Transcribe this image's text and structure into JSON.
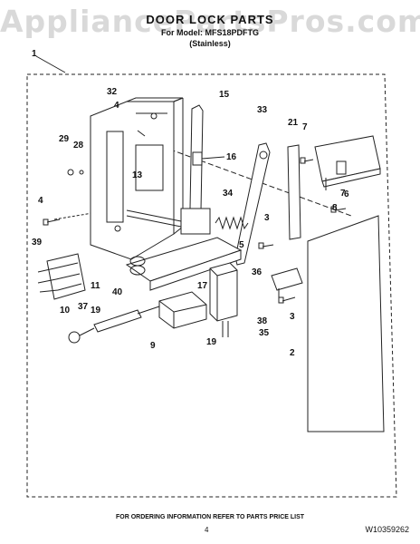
{
  "watermark": "AppliancePartsPros.com",
  "header": {
    "title": "DOOR LOCK PARTS",
    "model_line": "For Model: MFS18PDFTG",
    "variant": "(Stainless)"
  },
  "callouts": [
    "1",
    "2",
    "3",
    "3",
    "4",
    "4",
    "5",
    "6",
    "7",
    "7",
    "8",
    "9",
    "10",
    "11",
    "13",
    "15",
    "16",
    "17",
    "19",
    "19",
    "21",
    "28",
    "29",
    "32",
    "33",
    "34",
    "35",
    "36",
    "37",
    "38",
    "39",
    "40"
  ],
  "footer": {
    "ordering_note": "FOR ORDERING INFORMATION REFER TO PARTS PRICE LIST",
    "page_number": "4",
    "document_number": "W10359262"
  }
}
